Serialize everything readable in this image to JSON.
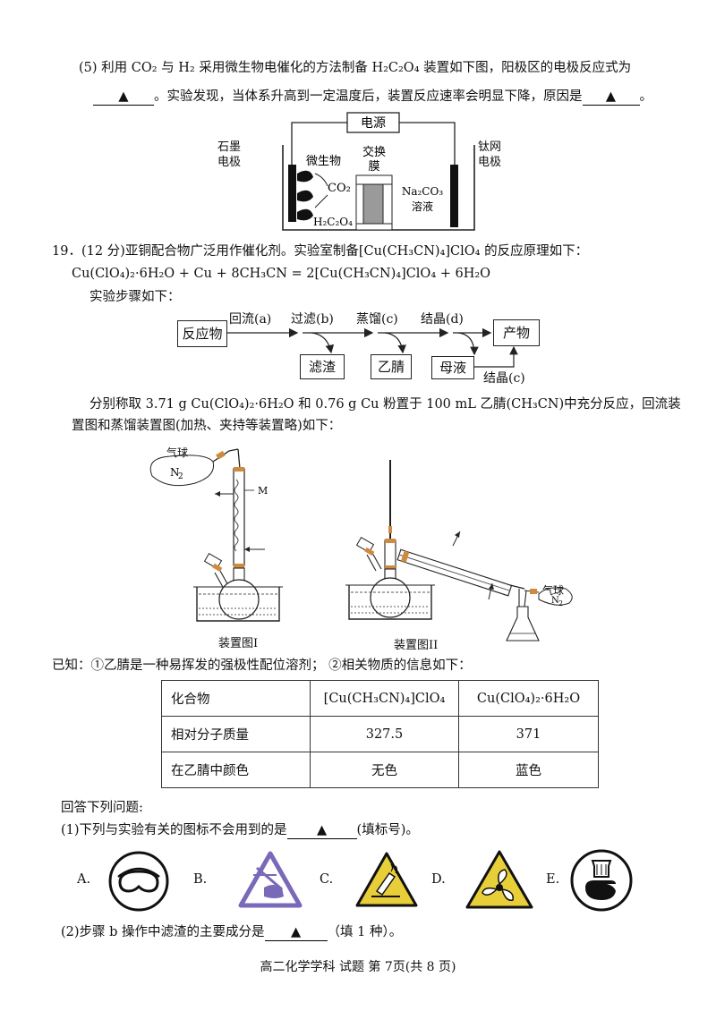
{
  "q5": {
    "line1": "(5)  利用 CO₂ 与 H₂ 采用微生物电催化的方法制备 H₂C₂O₄ 装置如下图，阳极区的电极反应式为",
    "blank_marker": "▲",
    "line2_mid": "。实验发现，当体系升高到一定温度后，装置反应速率会明显下降，原因是",
    "line2_end": "。"
  },
  "electro_cell": {
    "power": "电源",
    "left_electrode": [
      "石墨",
      "电极"
    ],
    "microbe": "微生物",
    "co2": "CO₂",
    "h2c2o4": "H₂C₂O₄",
    "membrane": [
      "交换",
      "膜"
    ],
    "right_solution": [
      "Na₂CO₃",
      "溶液"
    ],
    "right_electrode": [
      "钛网",
      "电极"
    ]
  },
  "q19": {
    "header": "19．(12 分)亚铜配合物广泛用作催化剂。实验室制备[Cu(CH₃CN)₄]ClO₄ 的反应原理如下：",
    "equation": "Cu(ClO₄)₂·6H₂O + Cu + 8CH₃CN = 2[Cu(CH₃CN)₄]ClO₄ + 6H₂O",
    "steps_intro": "实验步骤如下："
  },
  "flow": {
    "reactant": "反应物",
    "step_a": "回流(a)",
    "step_b": "过滤(b)",
    "step_c": "蒸馏(c)",
    "step_d": "结晶(d)",
    "product": "产物",
    "residue": "滤渣",
    "acetonitrile": "乙腈",
    "mother_liquor": "母液",
    "recrystal": "结晶(c)"
  },
  "procedure": {
    "line1": "分别称取 3.71 g Cu(ClO₄)₂·6H₂O 和 0.76 g Cu 粉置于 100 mL 乙腈(CH₃CN)中充分反应，回流装",
    "line2": "置图和蒸馏装置图(加热、夹持等装置略)如下："
  },
  "apparatus": {
    "balloon_left": "气球",
    "n2": "N₂",
    "m_label": "M",
    "caption1": "装置图I",
    "caption2": "装置图II",
    "balloon_right": "气球"
  },
  "known": "已知：①乙腈是一种易挥发的强极性配位溶剂；  ②相关物质的信息如下：",
  "table": {
    "headers": [
      "化合物",
      "[Cu(CH₃CN)₄]ClO₄",
      "Cu(ClO₄)₂·6H₂O"
    ],
    "rows": [
      [
        "相对分子质量",
        "327.5",
        "371"
      ],
      [
        "在乙腈中颜色",
        "无色",
        "蓝色"
      ]
    ]
  },
  "answer_intro": "回答下列问题:",
  "sub1": {
    "pre": "(1)下列与实验有关的图标不会用到的是",
    "post": "(填标号)。",
    "options": [
      "A.",
      "B.",
      "C.",
      "D.",
      "E."
    ]
  },
  "sub2": {
    "pre": "(2)步骤 b 操作中滤渣的主要成分是",
    "post": "（填 1 种）。"
  },
  "footer": "高二化学学科  试题  第 7页(共 8 页)"
}
